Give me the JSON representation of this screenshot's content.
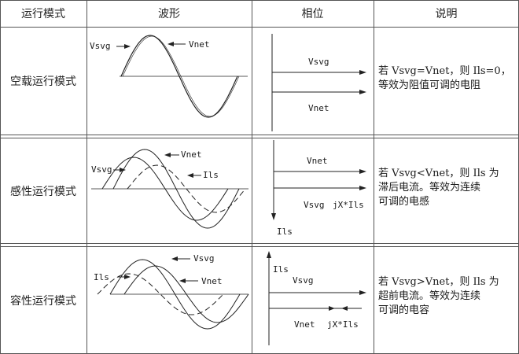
{
  "header": {
    "mode": "运行模式",
    "waveform": "波形",
    "phase": "相位",
    "description": "说明"
  },
  "rows": [
    {
      "mode": "空载运行模式",
      "wave_labels": {
        "a": "Vsvg",
        "b": "Vnet"
      },
      "phase_labels": {
        "a": "Vsvg",
        "b": "Vnet"
      },
      "desc_lines": [
        "若 Vsvg=Vnet，则 Ils=0，",
        "等效为阻值可调的电阻"
      ]
    },
    {
      "mode": "感性运行模式",
      "wave_labels": {
        "a": "Vsvg",
        "b": "Vnet",
        "c": "Ils"
      },
      "phase_labels": {
        "a": "Vnet",
        "b": "Vsvg",
        "c": "jX*Ils",
        "d": "Ils"
      },
      "desc_lines": [
        "若 Vsvg<Vnet，则 Ils 为",
        "滞后电流。等效为连续",
        "可调的电感"
      ]
    },
    {
      "mode": "容性运行模式",
      "wave_labels": {
        "a": "Ils",
        "b": "Vsvg",
        "c": "Vnet"
      },
      "phase_labels": {
        "a": "Ils",
        "b": "Vsvg",
        "c": "Vnet",
        "d": "jX*Ils"
      },
      "desc_lines": [
        "若 Vsvg>Vnet，则 Ils 为",
        "超前电流。等效为连续",
        "可调的电容"
      ]
    }
  ]
}
